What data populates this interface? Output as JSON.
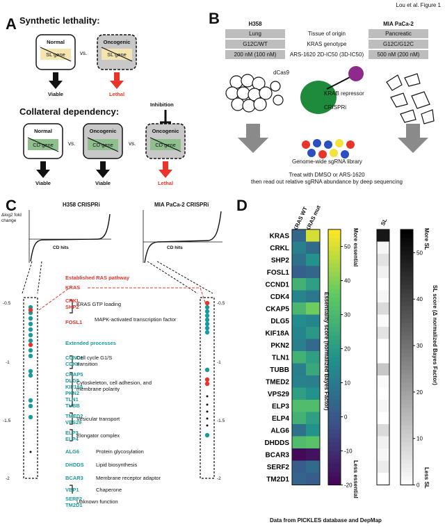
{
  "header": {
    "running_title": "Lou et al. Figure 1"
  },
  "panel_a": {
    "letter": "A",
    "synthetic_lethality": {
      "title": "Synthetic lethality:",
      "box_normal": "Normal",
      "box_oncogenic": "Oncogenic",
      "gene": "SL gene",
      "vs": "vs.",
      "outcome_normal": "Viable",
      "outcome_oncogenic": "Lethal"
    },
    "collateral_dependency": {
      "title": "Collateral dependency:",
      "box_normal": "Normal",
      "box_oncogenic": "Oncogenic",
      "box_oncogenic_inhibited": "Oncogenic",
      "gene": "CD gene",
      "vs1": "vs.",
      "vs2": "vs.",
      "inhibition": "Inhibition",
      "outcome_1": "Viable",
      "outcome_2": "Viable",
      "outcome_3": "Lethal"
    },
    "colors": {
      "lethal": "#e8352b",
      "sl_gene": "#f3e4b0",
      "cd_gene": "#8fbf8f",
      "oncogenic_fill": "#c8c8c8"
    }
  },
  "panel_b": {
    "letter": "B",
    "left_cell_line": "H358",
    "right_cell_line": "MIA PaCa-2",
    "rows": [
      {
        "left": "Lung",
        "label": "Tissue of origin",
        "right": "Pancreatic"
      },
      {
        "left": "G12C/WT",
        "label": "KRAS genotype",
        "right": "G12C/G12C"
      },
      {
        "left": "200 nM (100 nM)",
        "label": "ARS-1620 2D-IC50 (3D-IC50)",
        "right": "500 nM (200 nM)"
      }
    ],
    "dcas9": "dCas9",
    "krab": "KRAB repressor",
    "crispri": "CRISPRi",
    "library": "Genome-wide sgRNA library",
    "treatment_line1": "Treat with DMSO or ARS-1620",
    "treatment_line2": "then read out relative sgRNA abundance by deep sequencing",
    "colors": {
      "crispri_green": "#1e8a3c",
      "krab_purple": "#8e2a8e"
    }
  },
  "panel_c": {
    "letter": "C",
    "left_title": "H358 CRISPRi",
    "right_title": "MIA PaCa-2 CRISPRi",
    "ylabel": "Δlog2 fold change",
    "cd_hits": "CD hits",
    "left_ticks": [
      "-0.5",
      "-1",
      "-1.5",
      "-2"
    ],
    "right_ticks": [
      "-0.5",
      "-1",
      "-1.5",
      "-2"
    ],
    "section_established": "Established RAS pathway",
    "section_extended": "Extended processes",
    "gene_groups": [
      {
        "genes": [
          "KRAS"
        ],
        "function": "",
        "color": "#e8352b"
      },
      {
        "genes": [
          "CRKL",
          "SHP2"
        ],
        "function": "KRAS GTP loading",
        "color": "#e8352b"
      },
      {
        "genes": [
          "FOSL1"
        ],
        "function": "MAPK-activated transcription factor",
        "color": "#e8352b"
      },
      {
        "genes": [
          "CCND1",
          "CDK4"
        ],
        "function": "Cell cycle G1/S transition",
        "color": "#1a9a9a"
      },
      {
        "genes": [
          "CKAP5",
          "DLG5",
          "KIF18A",
          "PKN2",
          "TLN1",
          "TUBB"
        ],
        "function": "Cytoskeleton, cell adhesion, and membrane polarity",
        "color": "#1a9a9a"
      },
      {
        "genes": [
          "TMED2",
          "VPS29"
        ],
        "function": "Vesicular transport",
        "color": "#1a9a9a"
      },
      {
        "genes": [
          "ELP3",
          "ELP4"
        ],
        "function": "Elongator complex",
        "color": "#1a9a9a"
      },
      {
        "genes": [
          "ALG6"
        ],
        "function": "Protein glycosylation",
        "color": "#1a9a9a"
      },
      {
        "genes": [
          "DHDDS"
        ],
        "function": "Lipid biosynthesis",
        "color": "#1a9a9a"
      },
      {
        "genes": [
          "BCAR3"
        ],
        "function": "Membrane receptor adaptor",
        "color": "#1a9a9a"
      },
      {
        "genes": [
          "VBP1"
        ],
        "function": "Chaperone",
        "color": "#1a9a9a"
      },
      {
        "genes": [
          "SERF2",
          "TM2D1"
        ],
        "function": "Unknown function",
        "color": "#1a9a9a"
      }
    ]
  },
  "panel_d": {
    "letter": "D",
    "col_headers": [
      "KRAS WT",
      "KRAS mut"
    ],
    "sl_header": "SL",
    "genes": [
      "KRAS",
      "CRKL",
      "SHP2",
      "FOSL1",
      "CCND1",
      "CDK4",
      "CKAP5",
      "DLG5",
      "KIF18A",
      "PKN2",
      "TLN1",
      "TUBB",
      "TMED2",
      "VPS29",
      "ELP3",
      "ELP4",
      "ALG6",
      "DHDDS",
      "BCAR3",
      "SERF2",
      "TM2D1"
    ],
    "wt_values": [
      5,
      12,
      8,
      3,
      28,
      14,
      30,
      16,
      14,
      12,
      28,
      12,
      13,
      22,
      32,
      28,
      8,
      32,
      -18,
      2,
      4
    ],
    "mut_values": [
      50,
      6,
      18,
      5,
      22,
      10,
      38,
      14,
      20,
      6,
      22,
      25,
      12,
      18,
      32,
      22,
      18,
      34,
      -16,
      6,
      2
    ],
    "sl_values": [
      50,
      2,
      6,
      3,
      0,
      2,
      8,
      1,
      6,
      0,
      0,
      12,
      1,
      0,
      2,
      0,
      8,
      3,
      2,
      4,
      0
    ],
    "ess_cbar_title": "Essentiality score (normalized Bayes Factor)",
    "ess_more": "More essential",
    "ess_less": "Less essential",
    "ess_ticks": [
      "50",
      "40",
      "30",
      "20",
      "10",
      "0",
      "-10",
      "-20"
    ],
    "sl_cbar_title": "SL score (Δ normalized Bayes Factor)",
    "sl_more": "More SL",
    "sl_less": "Less SL",
    "sl_ticks": [
      "50",
      "40",
      "30",
      "20",
      "10",
      "0"
    ],
    "footer": "Data from PICKLES database and DepMap"
  }
}
